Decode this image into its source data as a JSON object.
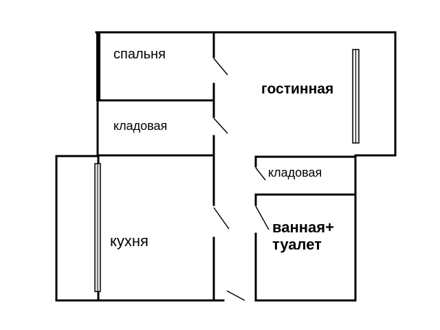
{
  "rooms": {
    "bedroom": "спальня",
    "living_room": "гостинная",
    "storage_upper": "кладовая",
    "storage_lower": "кладовая",
    "kitchen": "кухня",
    "bathroom_line1": "ванная+",
    "bathroom_line2": "туалет"
  },
  "colors": {
    "wall": "#000000",
    "background": "#ffffff",
    "window_fill": "#e8e8e8"
  }
}
